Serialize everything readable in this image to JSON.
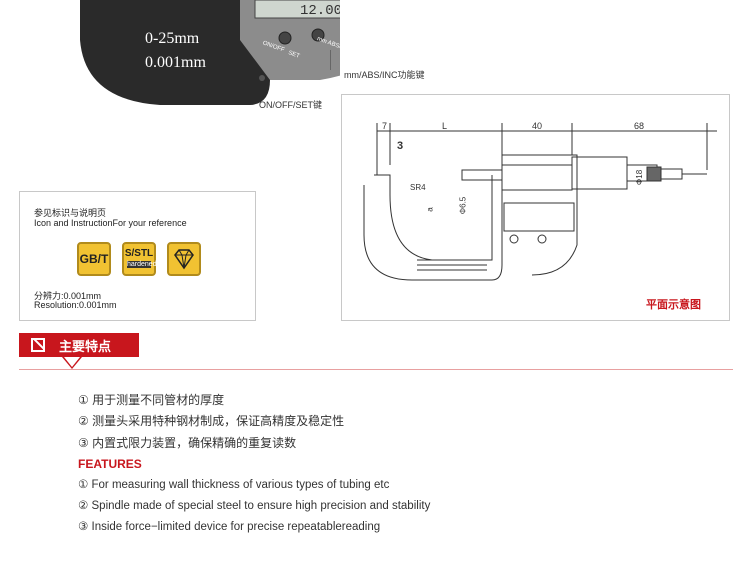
{
  "product": {
    "range_label": "0-25mm",
    "resolution_label": "0.001mm",
    "btn_onoff": "ON/OFF",
    "btn_set": "SET",
    "btn_mode": "mm ABS/INC",
    "callout_mode": "mm/ABS/INC功能键",
    "callout_onoff": "ON/OFF/SET键"
  },
  "info": {
    "title": "参见标识与说明页",
    "subtitle": "Icon and InstructionFor your reference",
    "badges": [
      {
        "label": "GB/T"
      },
      {
        "label": "S/STL",
        "sub": "hardened"
      },
      {
        "label": "diamond-icon"
      }
    ],
    "resolution_cn": "分辨力:0.001mm",
    "resolution_en": "Resolution:0.001mm"
  },
  "drawing": {
    "dim_7": "7",
    "dim_L": "L",
    "dim_40": "40",
    "dim_68": "68",
    "dim_3": "3",
    "dim_SR4": "SR4",
    "dim_d65": "Φ6.5",
    "dim_a": "a",
    "dim_d18": "Φ18",
    "label": "平面示意图"
  },
  "section": {
    "title": "主要特点"
  },
  "features_cn": [
    "① 用于测量不同管材的厚度",
    "② 测量头采用特种钢材制成，保证高精度及稳定性",
    "③ 内置式限力装置，确保精确的重复读数"
  ],
  "features_heading": "FEATURES",
  "features_en": [
    "① For measuring wall thickness of various types of tubing etc",
    "② Spindle made of special steel to ensure high precision and stability",
    "③ Inside force−limited device for precise repeatablereading"
  ]
}
